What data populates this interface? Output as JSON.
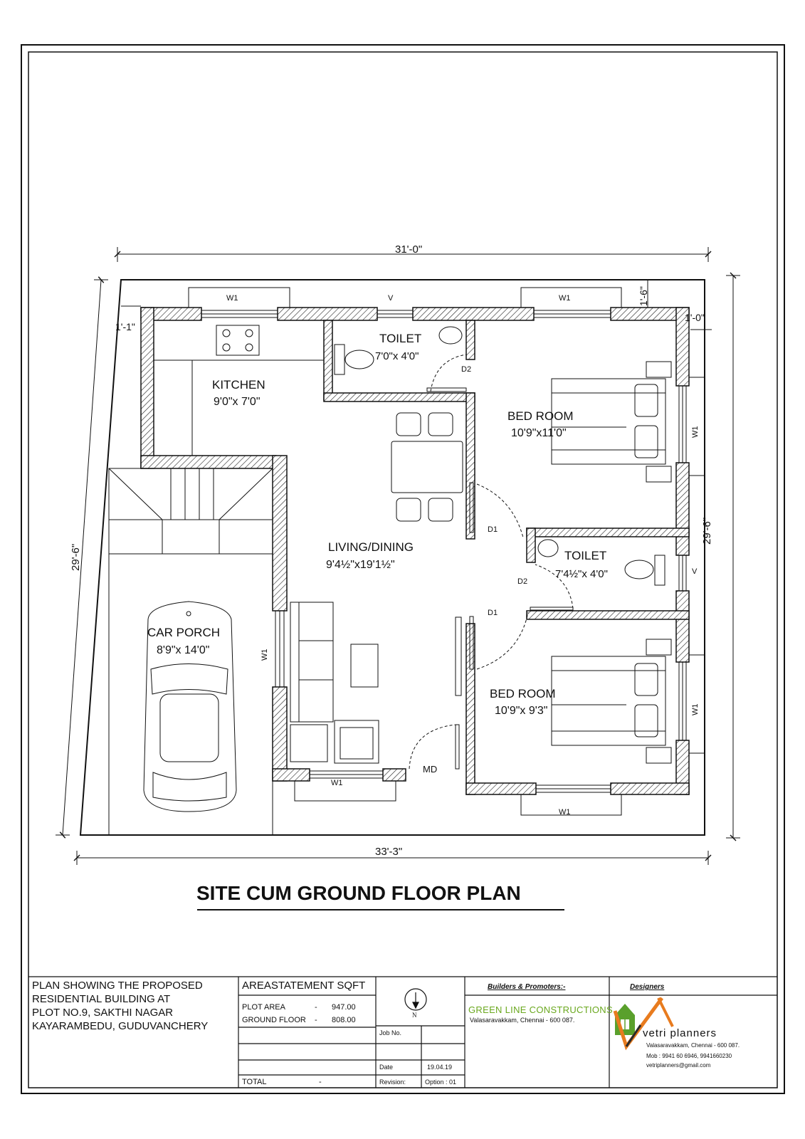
{
  "plan": {
    "title": "SITE CUM GROUND FLOOR PLAN",
    "dimensions": {
      "top": "31'-0\"",
      "bottom": "33'-3\"",
      "left": "29'-6\"",
      "right": "29'-6\"",
      "setback_left": "1'-1\"",
      "setback_top_right": "1'-6\"",
      "setback_right": "1'-0\""
    },
    "rooms": {
      "kitchen": {
        "name": "KITCHEN",
        "size": "9'0\"x 7'0\""
      },
      "toilet1": {
        "name": "TOILET",
        "size": "7'0\"x 4'0\""
      },
      "bedroom1": {
        "name": "BED ROOM",
        "size": "10'9\"x11'0\""
      },
      "living": {
        "name": "LIVING/DINING",
        "size": "9'4½\"x19'1½\""
      },
      "toilet2": {
        "name": "TOILET",
        "size": "7'4½\"x 4'0\""
      },
      "carporch": {
        "name": "CAR PORCH",
        "size": "8'9\"x 14'0\""
      },
      "bedroom2": {
        "name": "BED ROOM",
        "size": "10'9\"x 9'3\""
      }
    },
    "openings": {
      "w1": "W1",
      "v": "V",
      "d1": "D1",
      "d2": "D2",
      "md": "MD"
    }
  },
  "titleblock": {
    "description": [
      "PLAN SHOWING THE PROPOSED",
      "RESIDENTIAL BUILDING AT",
      "PLOT NO.9, SAKTHI NAGAR",
      "KAYARAMBEDU, GUDUVANCHERY"
    ],
    "area_heading": "AREASTATEMENT SQFT",
    "plot_area_label": "PLOT AREA",
    "plot_area_value": "947.00",
    "ground_floor_label": "GROUND FLOOR",
    "ground_floor_value": "808.00",
    "dash": "-",
    "total_label": "TOTAL",
    "north": "N",
    "job_no_label": "Job No.",
    "date_label": "Date",
    "date_value": "19.04.19",
    "revision_label": "Revision:",
    "revision_value": "Option : 01",
    "builders_heading": "Builders & Promoters:-",
    "builder_name": "GREEN LINE CONSTRUCTIONS",
    "builder_address": "Valasaravakkam, Chennai - 600 087.",
    "designers_heading": "Designers",
    "designer_name": "vetri planners",
    "designer_address": "Valasaravakkam, Chennai - 600 087.",
    "designer_mobile": "Mob : 9941 60 6946, 9941660230",
    "designer_email": "vetriplanners@gmail.com"
  }
}
